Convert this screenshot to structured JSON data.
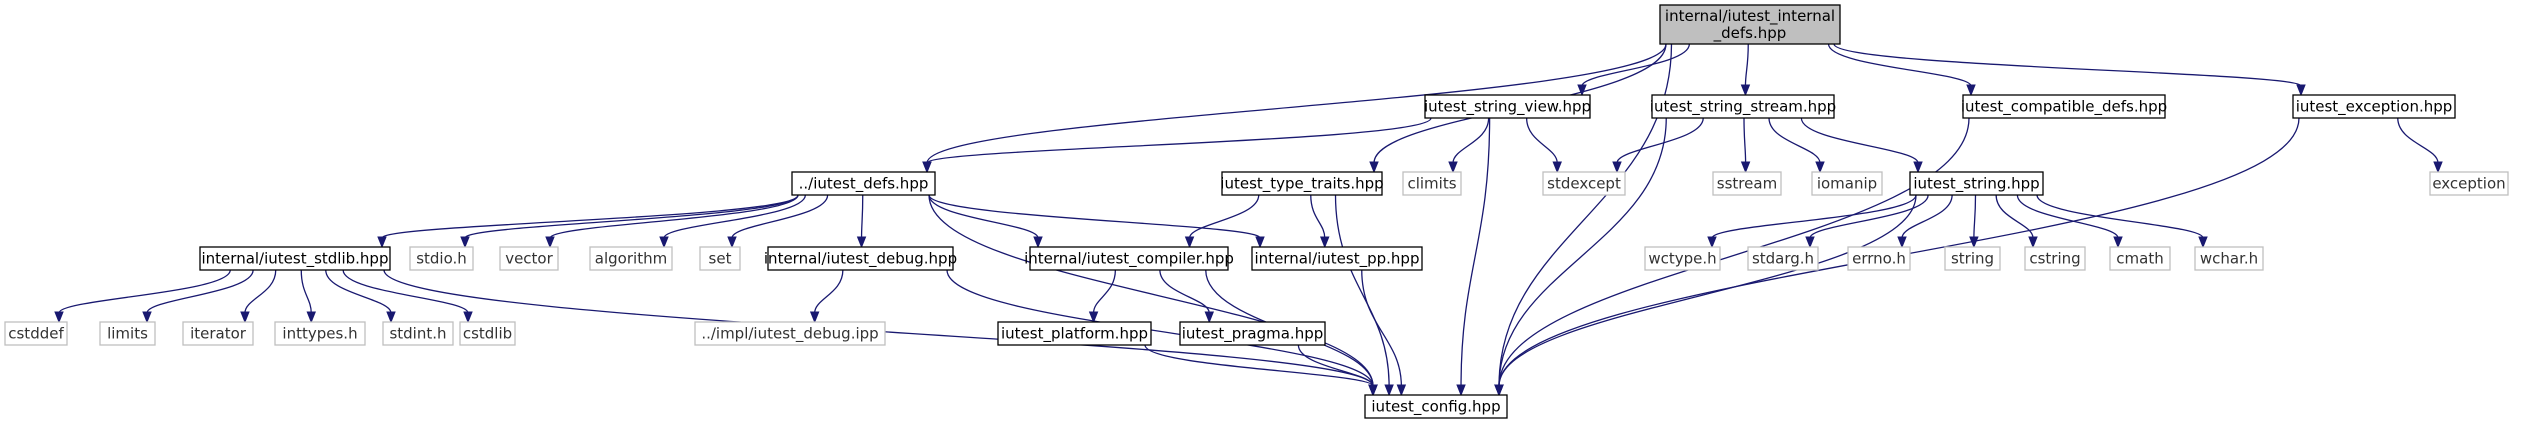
{
  "colors": {
    "edge": "#191970",
    "root_fill": "#bfbfbf",
    "node_fill": "#ffffff",
    "node_border": "#000000",
    "external_border": "#bfbfbf",
    "external_text": "#404040"
  },
  "nodes": [
    {
      "id": "root",
      "lines": [
        "internal/iutest_internal",
        "_defs.hpp"
      ],
      "kind": "root"
    },
    {
      "id": "string_view",
      "lines": [
        "iutest_string_view.hpp"
      ],
      "kind": "file"
    },
    {
      "id": "string_stream",
      "lines": [
        "iutest_string_stream.hpp"
      ],
      "kind": "file"
    },
    {
      "id": "compatible_defs",
      "lines": [
        "iutest_compatible_defs.hpp"
      ],
      "kind": "file"
    },
    {
      "id": "exception_hpp",
      "lines": [
        "iutest_exception.hpp"
      ],
      "kind": "file"
    },
    {
      "id": "iutest_defs",
      "lines": [
        "../iutest_defs.hpp"
      ],
      "kind": "file"
    },
    {
      "id": "type_traits",
      "lines": [
        "iutest_type_traits.hpp"
      ],
      "kind": "file"
    },
    {
      "id": "climits",
      "lines": [
        "climits"
      ],
      "kind": "external"
    },
    {
      "id": "stdexcept",
      "lines": [
        "stdexcept"
      ],
      "kind": "external"
    },
    {
      "id": "sstream",
      "lines": [
        "sstream"
      ],
      "kind": "external"
    },
    {
      "id": "iomanip",
      "lines": [
        "iomanip"
      ],
      "kind": "external"
    },
    {
      "id": "iutest_string",
      "lines": [
        "iutest_string.hpp"
      ],
      "kind": "file"
    },
    {
      "id": "exception",
      "lines": [
        "exception"
      ],
      "kind": "external"
    },
    {
      "id": "stdlib",
      "lines": [
        "internal/iutest_stdlib.hpp"
      ],
      "kind": "file"
    },
    {
      "id": "stdio_h",
      "lines": [
        "stdio.h"
      ],
      "kind": "external"
    },
    {
      "id": "vector",
      "lines": [
        "vector"
      ],
      "kind": "external"
    },
    {
      "id": "algorithm",
      "lines": [
        "algorithm"
      ],
      "kind": "external"
    },
    {
      "id": "set",
      "lines": [
        "set"
      ],
      "kind": "external"
    },
    {
      "id": "debug",
      "lines": [
        "internal/iutest_debug.hpp"
      ],
      "kind": "file"
    },
    {
      "id": "compiler",
      "lines": [
        "internal/iutest_compiler.hpp"
      ],
      "kind": "file"
    },
    {
      "id": "pp",
      "lines": [
        "internal/iutest_pp.hpp"
      ],
      "kind": "file"
    },
    {
      "id": "wctype_h",
      "lines": [
        "wctype.h"
      ],
      "kind": "external"
    },
    {
      "id": "stdarg_h",
      "lines": [
        "stdarg.h"
      ],
      "kind": "external"
    },
    {
      "id": "errno_h",
      "lines": [
        "errno.h"
      ],
      "kind": "external"
    },
    {
      "id": "string",
      "lines": [
        "string"
      ],
      "kind": "external"
    },
    {
      "id": "cstring",
      "lines": [
        "cstring"
      ],
      "kind": "external"
    },
    {
      "id": "cmath",
      "lines": [
        "cmath"
      ],
      "kind": "external"
    },
    {
      "id": "wchar_h",
      "lines": [
        "wchar.h"
      ],
      "kind": "external"
    },
    {
      "id": "cstddef",
      "lines": [
        "cstddef"
      ],
      "kind": "external"
    },
    {
      "id": "limits",
      "lines": [
        "limits"
      ],
      "kind": "external"
    },
    {
      "id": "iterator",
      "lines": [
        "iterator"
      ],
      "kind": "external"
    },
    {
      "id": "inttypes_h",
      "lines": [
        "inttypes.h"
      ],
      "kind": "external"
    },
    {
      "id": "stdint_h",
      "lines": [
        "stdint.h"
      ],
      "kind": "external"
    },
    {
      "id": "cstdlib",
      "lines": [
        "cstdlib"
      ],
      "kind": "external"
    },
    {
      "id": "debug_ipp",
      "lines": [
        "../impl/iutest_debug.ipp"
      ],
      "kind": "external"
    },
    {
      "id": "platform",
      "lines": [
        "iutest_platform.hpp"
      ],
      "kind": "file"
    },
    {
      "id": "pragma",
      "lines": [
        "iutest_pragma.hpp"
      ],
      "kind": "file"
    },
    {
      "id": "config",
      "lines": [
        "iutest_config.hpp"
      ],
      "kind": "file"
    }
  ],
  "edges": [
    [
      "root",
      "string_view"
    ],
    [
      "root",
      "string_stream"
    ],
    [
      "root",
      "compatible_defs"
    ],
    [
      "root",
      "exception_hpp"
    ],
    [
      "root",
      "iutest_defs"
    ],
    [
      "root",
      "type_traits"
    ],
    [
      "root",
      "config"
    ],
    [
      "string_view",
      "iutest_defs"
    ],
    [
      "string_view",
      "climits"
    ],
    [
      "string_view",
      "stdexcept"
    ],
    [
      "string_view",
      "config"
    ],
    [
      "string_stream",
      "stdexcept"
    ],
    [
      "string_stream",
      "config"
    ],
    [
      "string_stream",
      "sstream"
    ],
    [
      "string_stream",
      "iomanip"
    ],
    [
      "string_stream",
      "iutest_string"
    ],
    [
      "compatible_defs",
      "config"
    ],
    [
      "exception_hpp",
      "exception"
    ],
    [
      "exception_hpp",
      "config"
    ],
    [
      "iutest_defs",
      "stdlib"
    ],
    [
      "iutest_defs",
      "stdio_h"
    ],
    [
      "iutest_defs",
      "vector"
    ],
    [
      "iutest_defs",
      "algorithm"
    ],
    [
      "iutest_defs",
      "set"
    ],
    [
      "iutest_defs",
      "debug"
    ],
    [
      "iutest_defs",
      "compiler"
    ],
    [
      "iutest_defs",
      "pp"
    ],
    [
      "iutest_defs",
      "config"
    ],
    [
      "type_traits",
      "compiler"
    ],
    [
      "type_traits",
      "pp"
    ],
    [
      "type_traits",
      "config"
    ],
    [
      "iutest_string",
      "config"
    ],
    [
      "iutest_string",
      "wctype_h"
    ],
    [
      "iutest_string",
      "stdarg_h"
    ],
    [
      "iutest_string",
      "errno_h"
    ],
    [
      "iutest_string",
      "string"
    ],
    [
      "iutest_string",
      "cstring"
    ],
    [
      "iutest_string",
      "cmath"
    ],
    [
      "iutest_string",
      "wchar_h"
    ],
    [
      "stdlib",
      "cstddef"
    ],
    [
      "stdlib",
      "limits"
    ],
    [
      "stdlib",
      "iterator"
    ],
    [
      "stdlib",
      "inttypes_h"
    ],
    [
      "stdlib",
      "stdint_h"
    ],
    [
      "stdlib",
      "cstdlib"
    ],
    [
      "stdlib",
      "config"
    ],
    [
      "debug",
      "debug_ipp"
    ],
    [
      "debug",
      "config"
    ],
    [
      "compiler",
      "platform"
    ],
    [
      "compiler",
      "pragma"
    ],
    [
      "compiler",
      "config"
    ],
    [
      "pp",
      "config"
    ],
    [
      "platform",
      "config"
    ],
    [
      "pragma",
      "config"
    ]
  ]
}
